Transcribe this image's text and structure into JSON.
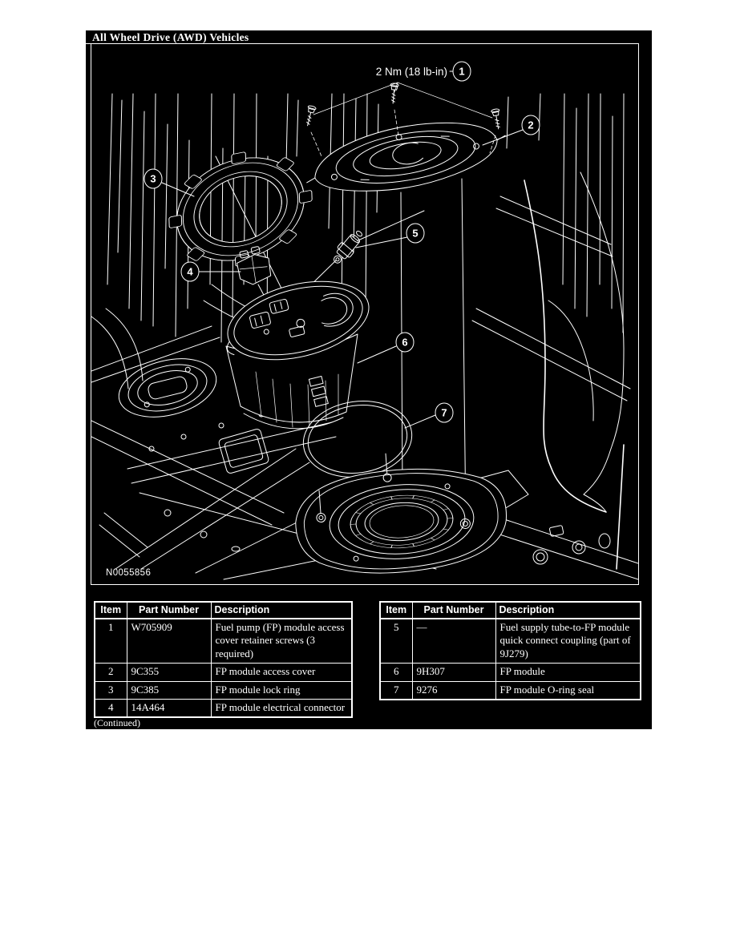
{
  "panel": {
    "title": "All Wheel Drive (AWD) Vehicles",
    "continued_note": "(Continued)"
  },
  "diagram": {
    "figure_id": "N0055856",
    "torque_label": "2 Nm (18 lb-in)",
    "callouts": [
      "1",
      "2",
      "3",
      "4",
      "5",
      "6",
      "7"
    ],
    "colors": {
      "background": "#000000",
      "line": "#ffffff"
    }
  },
  "tables": {
    "headers": [
      "Item",
      "Part Number",
      "Description"
    ],
    "left_rows": [
      {
        "item": "1",
        "part": "W705909",
        "desc": "Fuel pump (FP) module access cover retainer screws (3 required)"
      },
      {
        "item": "2",
        "part": "9C355",
        "desc": "FP module access cover"
      },
      {
        "item": "3",
        "part": "9C385",
        "desc": "FP module lock ring"
      },
      {
        "item": "4",
        "part": "14A464",
        "desc": "FP module electrical connector"
      }
    ],
    "right_rows": [
      {
        "item": "5",
        "part": "—",
        "desc": "Fuel supply tube-to-FP module quick connect coupling (part of 9J279)"
      },
      {
        "item": "6",
        "part": "9H307",
        "desc": "FP module"
      },
      {
        "item": "7",
        "part": "9276",
        "desc": "FP module O-ring seal"
      }
    ]
  }
}
